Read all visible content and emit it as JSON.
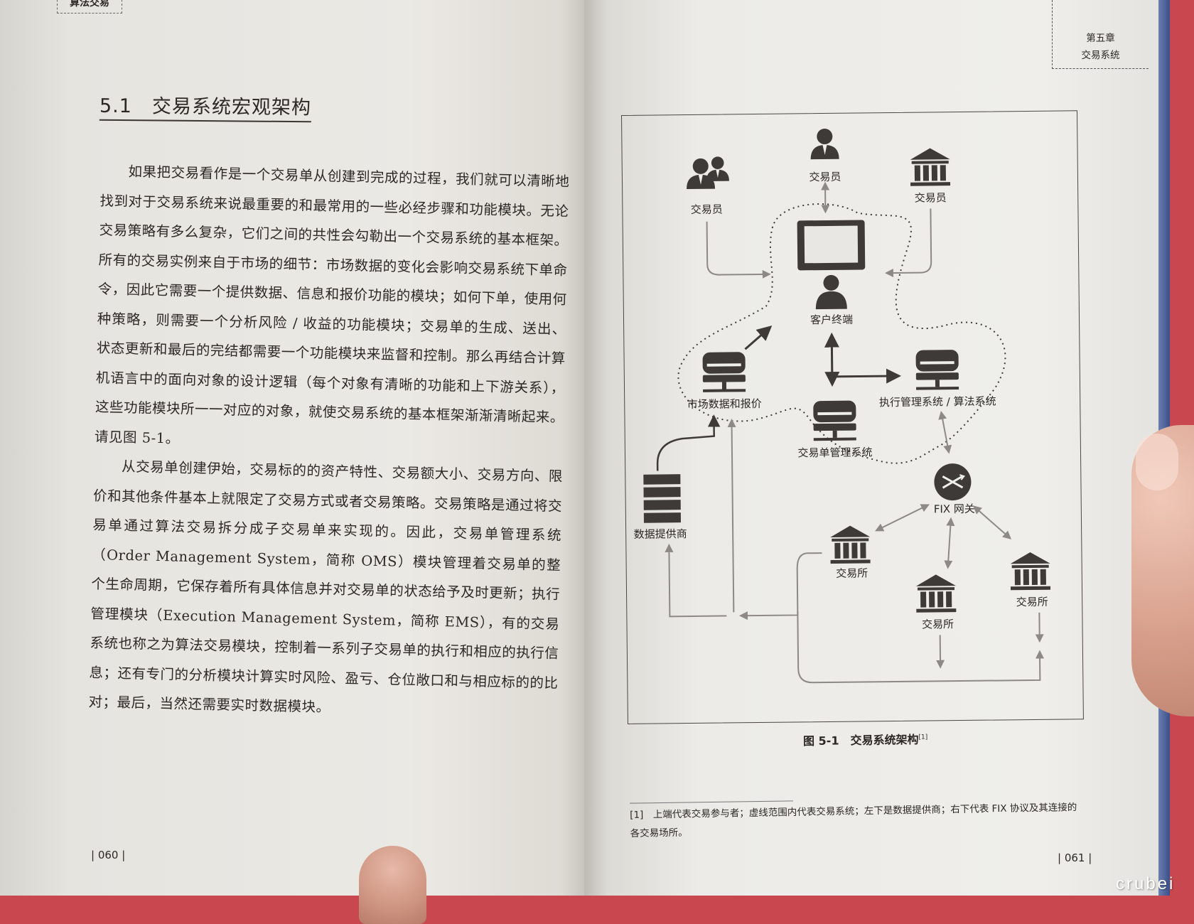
{
  "left_page": {
    "header": "算法交易",
    "section_title": "5.1　交易系统宏观架构",
    "paragraphs": [
      "如果把交易看作是一个交易单从创建到完成的过程，我们就可以清晰地找到对于交易系统来说最重要的和最常用的一些必经步骤和功能模块。无论交易策略有多么复杂，它们之间的共性会勾勒出一个交易系统的基本框架。所有的交易实例来自于市场的细节：市场数据的变化会影响交易系统下单命令，因此它需要一个提供数据、信息和报价功能的模块；如何下单，使用何种策略，则需要一个分析风险 / 收益的功能模块；交易单的生成、送出、状态更新和最后的完结都需要一个功能模块来监督和控制。那么再结合计算机语言中的面向对象的设计逻辑（每个对象有清晰的功能和上下游关系），这些功能模块所一一对应的对象，就使交易系统的基本框架渐渐清晰起来。请见图 5-1。",
      "从交易单创建伊始，交易标的的资产特性、交易额大小、交易方向、限价和其他条件基本上就限定了交易方式或者交易策略。交易策略是通过将交易单通过算法交易拆分成子交易单来实现的。因此，交易单管理系统（Order Management System，简称 OMS）模块管理着交易单的整个生命周期，它保存着所有具体信息并对交易单的状态给予及时更新；执行管理模块（Execution Management System，简称 EMS），有的交易系统也称之为算法交易模块，控制着一系列子交易单的执行和相应的执行信息；还有专门的分析模块计算实时风险、盈亏、仓位敞口和与相应标的的比对；最后，当然还需要实时数据模块。"
    ],
    "page_number": "| 060 |"
  },
  "right_page": {
    "header_line1": "第五章",
    "header_line2": "交易系统",
    "figure": {
      "labels": {
        "trader_left": "交易员",
        "trader_center": "交易员",
        "trader_right": "交易员",
        "client_terminal": "客户终端",
        "market_data": "市场数据和报价",
        "ems": "执行管理系统 / 算法系统",
        "oms": "交易单管理系统",
        "data_provider": "数据提供商",
        "fix_gateway": "FIX 网关",
        "exchange_1": "交易所",
        "exchange_2": "交易所",
        "exchange_3": "交易所"
      },
      "caption": "图 5-1　交易系统架构",
      "caption_ref": "[1]"
    },
    "footnote": "[1]　上端代表交易参与者；虚线范围内代表交易系统；左下是数据提供商；右下代表 FIX 协议及其连接的各交易场所。",
    "page_number": "| 061 |"
  },
  "watermark": "crubei",
  "colors": {
    "background": "#c9484f",
    "paper": "#ebe9e4",
    "ink": "#2b2826",
    "icon": "#3d3a38"
  }
}
